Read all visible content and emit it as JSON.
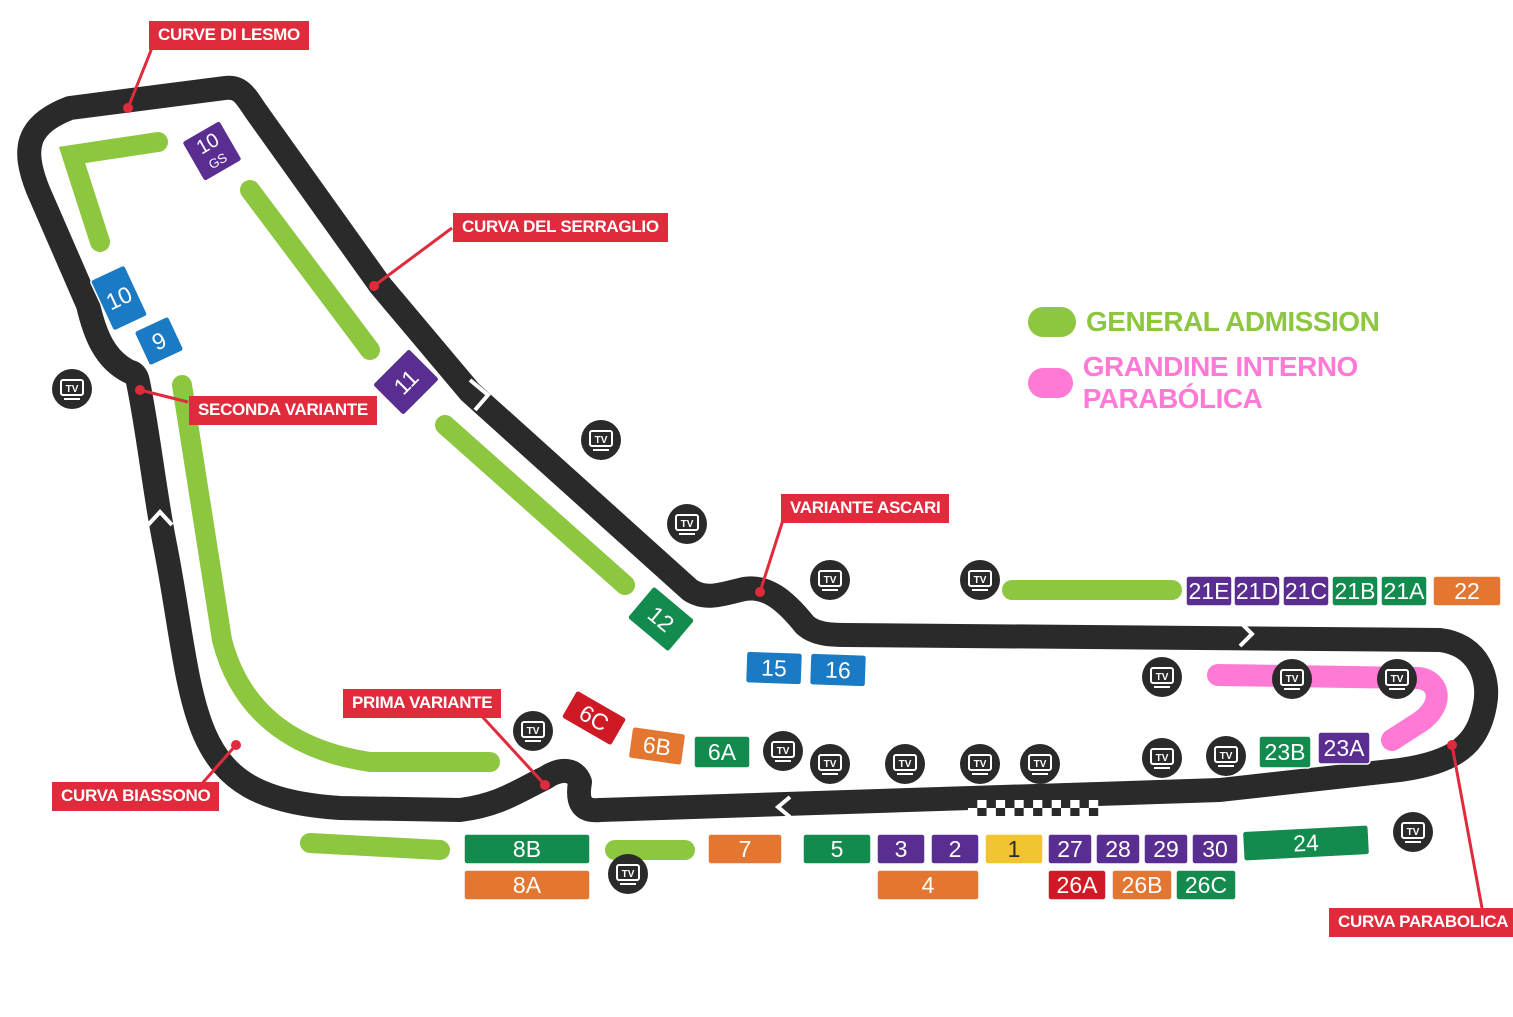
{
  "colors": {
    "track": "#2b2a2b",
    "general_admission": "#8dc63f",
    "grandine": "#ff7ad5",
    "callout": "#e02b3c",
    "green": "#138a4e",
    "purple": "#5a2d91",
    "blue": "#1a7ac3",
    "orange": "#e37732",
    "red": "#cf1a26",
    "yellow": "#f2c530"
  },
  "legend": [
    {
      "label": "GENERAL ADMISSION",
      "color": "#8dc63f"
    },
    {
      "label": "GRANDINE INTERNO PARABÓLICA",
      "color": "#ff7ad5"
    }
  ],
  "corners": [
    "CURVE DI LESMO",
    "CURVA DEL SERRAGLIO",
    "SECONDA VARIANTE",
    "VARIANTE ASCARI",
    "PRIMA VARIANTE",
    "CURVA BIASSONO",
    "CURVA PARABOLICA"
  ],
  "tv_label": "TV",
  "stands": [
    {
      "label": "10",
      "sub": "GS",
      "color": "purple"
    },
    {
      "label": "10",
      "color": "blue"
    },
    {
      "label": "9",
      "color": "blue"
    },
    {
      "label": "11",
      "color": "purple"
    },
    {
      "label": "12",
      "color": "green"
    },
    {
      "label": "15",
      "color": "blue"
    },
    {
      "label": "16",
      "color": "blue"
    },
    {
      "label": "6C",
      "color": "red"
    },
    {
      "label": "6B",
      "color": "orange"
    },
    {
      "label": "6A",
      "color": "green"
    },
    {
      "label": "21E",
      "color": "purple"
    },
    {
      "label": "21D",
      "color": "purple"
    },
    {
      "label": "21C",
      "color": "purple"
    },
    {
      "label": "21B",
      "color": "green"
    },
    {
      "label": "21A",
      "color": "green"
    },
    {
      "label": "22",
      "color": "orange"
    },
    {
      "label": "23B",
      "color": "green"
    },
    {
      "label": "23A",
      "color": "purple"
    },
    {
      "label": "8B",
      "color": "green"
    },
    {
      "label": "8A",
      "color": "orange"
    },
    {
      "label": "7",
      "color": "orange"
    },
    {
      "label": "5",
      "color": "green"
    },
    {
      "label": "3",
      "color": "purple"
    },
    {
      "label": "2",
      "color": "purple"
    },
    {
      "label": "1",
      "color": "yellow"
    },
    {
      "label": "4",
      "color": "orange"
    },
    {
      "label": "27",
      "color": "purple"
    },
    {
      "label": "28",
      "color": "purple"
    },
    {
      "label": "29",
      "color": "purple"
    },
    {
      "label": "30",
      "color": "purple"
    },
    {
      "label": "24",
      "color": "green"
    },
    {
      "label": "26A",
      "color": "red"
    },
    {
      "label": "26B",
      "color": "orange"
    },
    {
      "label": "26C",
      "color": "green"
    }
  ]
}
